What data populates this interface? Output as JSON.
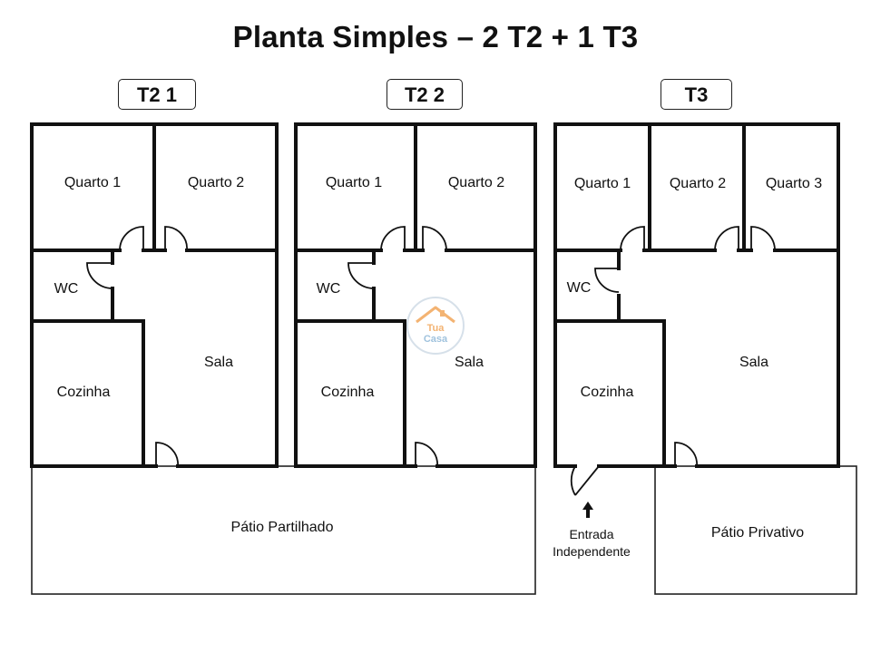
{
  "title": "Planta Simples – 2 T2 + 1 T3",
  "units": [
    {
      "label": "T2 1",
      "rooms": {
        "quarto1": "Quarto 1",
        "quarto2": "Quarto 2",
        "wc": "WC",
        "cozinha": "Cozinha",
        "sala": "Sala"
      }
    },
    {
      "label": "T2 2",
      "rooms": {
        "quarto1": "Quarto 1",
        "quarto2": "Quarto 2",
        "wc": "WC",
        "cozinha": "Cozinha",
        "sala": "Sala"
      }
    },
    {
      "label": "T3",
      "rooms": {
        "quarto1": "Quarto 1",
        "quarto2": "Quarto 2",
        "quarto3": "Quarto 3",
        "wc": "WC",
        "cozinha": "Cozinha",
        "sala": "Sala"
      }
    }
  ],
  "patios": {
    "shared": "Pátio Partilhado",
    "private": "Pátio Privativo"
  },
  "entrance": {
    "line1": "Entrada",
    "line2": "Independente",
    "icon": "up-arrow-icon"
  },
  "watermark": {
    "line1": "Tua",
    "line2": "Casa",
    "colors": {
      "orange": "#f2a65a",
      "blue": "#8fb8d8"
    }
  },
  "colors": {
    "wall": "#111111",
    "background": "#ffffff"
  }
}
